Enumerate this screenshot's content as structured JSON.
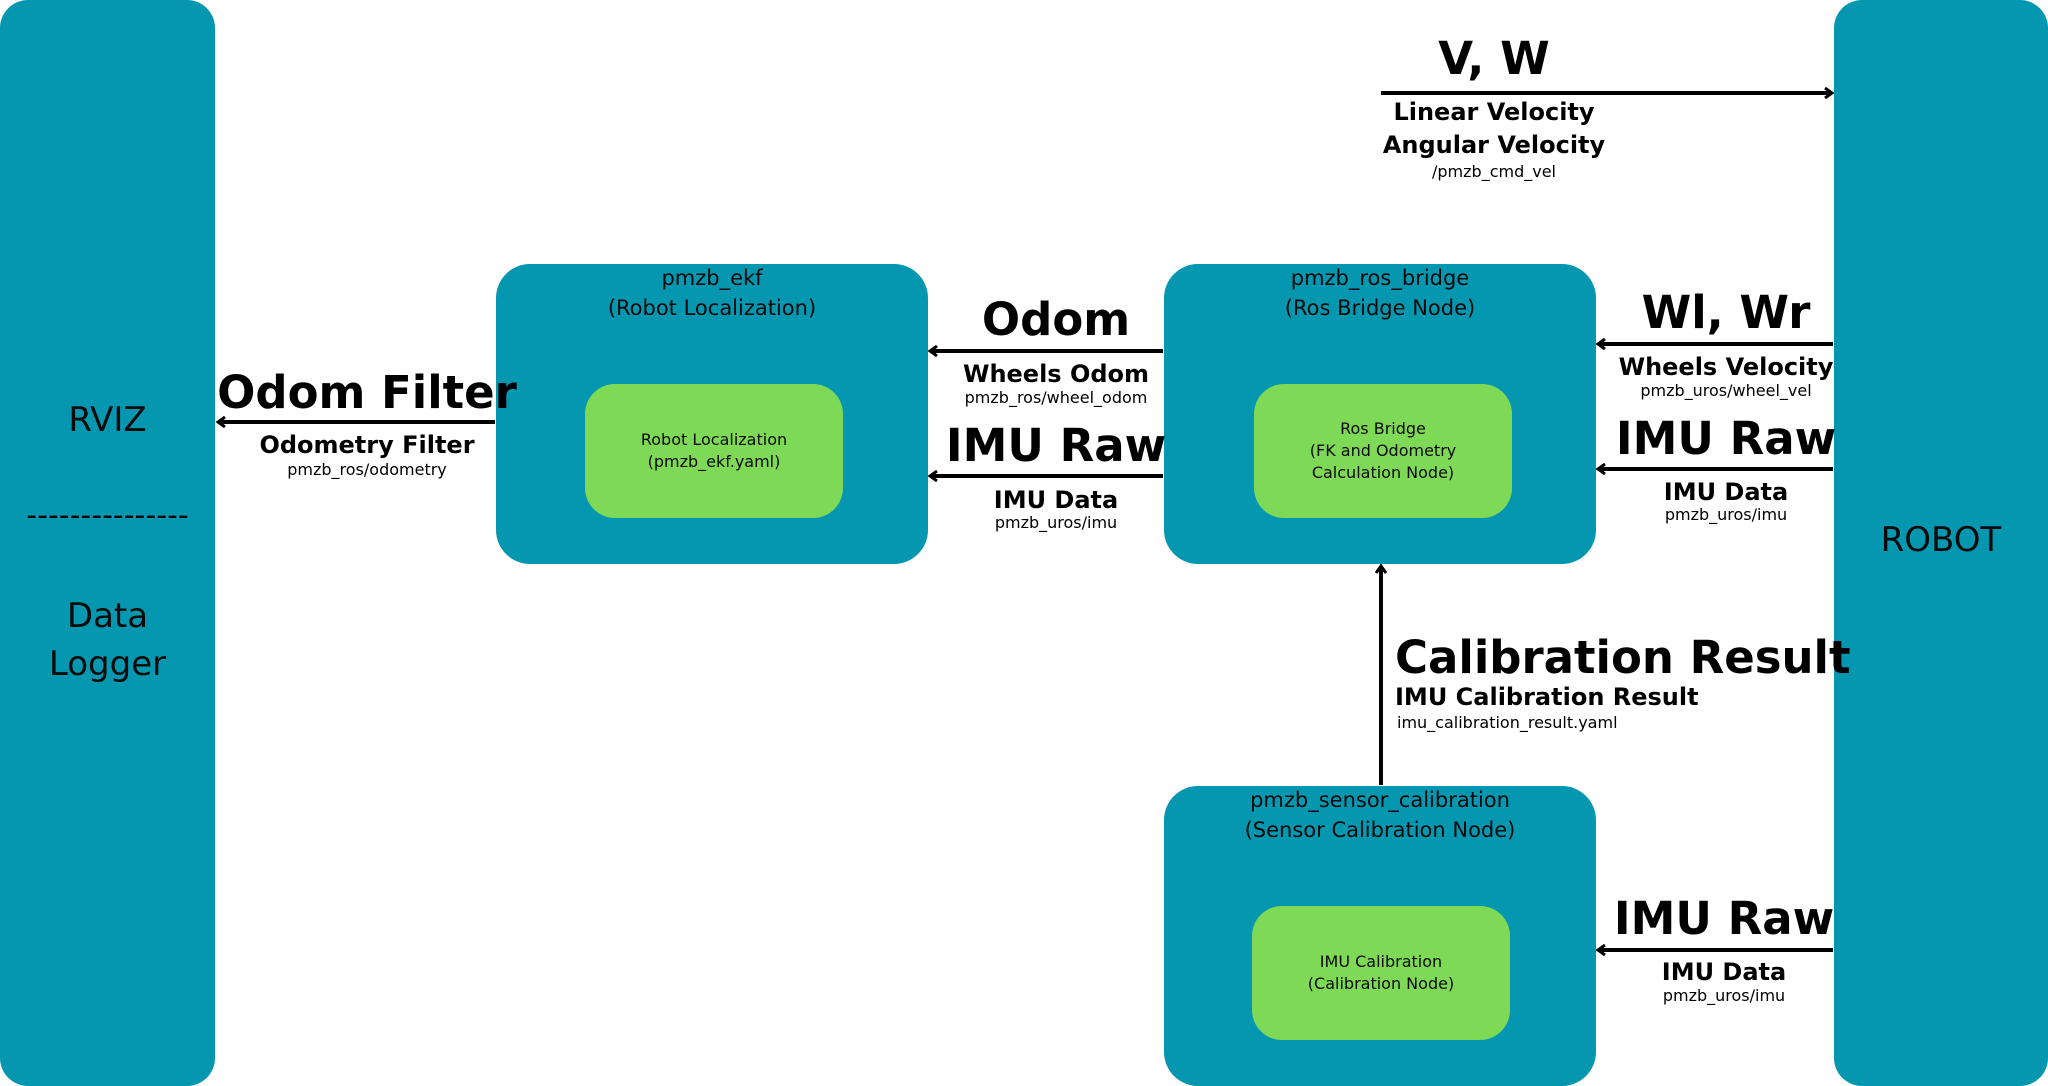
{
  "panels": {
    "left_top": "RVIZ",
    "left_divider": "---------------",
    "left_bottom": "Data\nLogger",
    "right": "ROBOT"
  },
  "nodes": {
    "ekf": {
      "title": "pmzb_ekf",
      "subtitle": "(Robot Localization)",
      "inner": "Robot Localization\n(pmzb_ekf.yaml)"
    },
    "bridge": {
      "title": "pmzb_ros_bridge",
      "subtitle": "(Ros Bridge Node)",
      "inner": "Ros Bridge\n(FK and Odometry\nCalculation Node)"
    },
    "calib": {
      "title": "pmzb_sensor_calibration",
      "subtitle": "(Sensor Calibration Node)",
      "inner": "IMU Calibration\n(Calibration Node)"
    }
  },
  "edges": {
    "cmd_vel": {
      "title": "V, W",
      "line1": "Linear Velocity",
      "line2": "Angular Velocity",
      "topic": "/pmzb_cmd_vel"
    },
    "odom_filter": {
      "title": "Odom Filter",
      "desc": "Odometry Filter",
      "topic": "pmzb_ros/odometry"
    },
    "odom": {
      "title": "Odom",
      "desc": "Wheels Odom",
      "topic": "pmzb_ros/wheel_odom"
    },
    "imu_mid": {
      "title": "IMU Raw",
      "desc": "IMU Data",
      "topic": "pmzb_uros/imu"
    },
    "wheel_vel": {
      "title": "Wl, Wr",
      "desc": "Wheels Velocity",
      "topic": "pmzb_uros/wheel_vel"
    },
    "imu_right": {
      "title": "IMU Raw",
      "desc": "IMU Data",
      "topic": "pmzb_uros/imu"
    },
    "calib_result": {
      "title": "Calibration Result",
      "desc": "IMU Calibration Result",
      "topic": "imu_calibration_result.yaml"
    },
    "imu_calib": {
      "title": "IMU Raw",
      "desc": "IMU Data",
      "topic": "pmzb_uros/imu"
    }
  },
  "colors": {
    "node": "#0597b0",
    "inner": "#7ed957",
    "arrow": "#000000"
  }
}
